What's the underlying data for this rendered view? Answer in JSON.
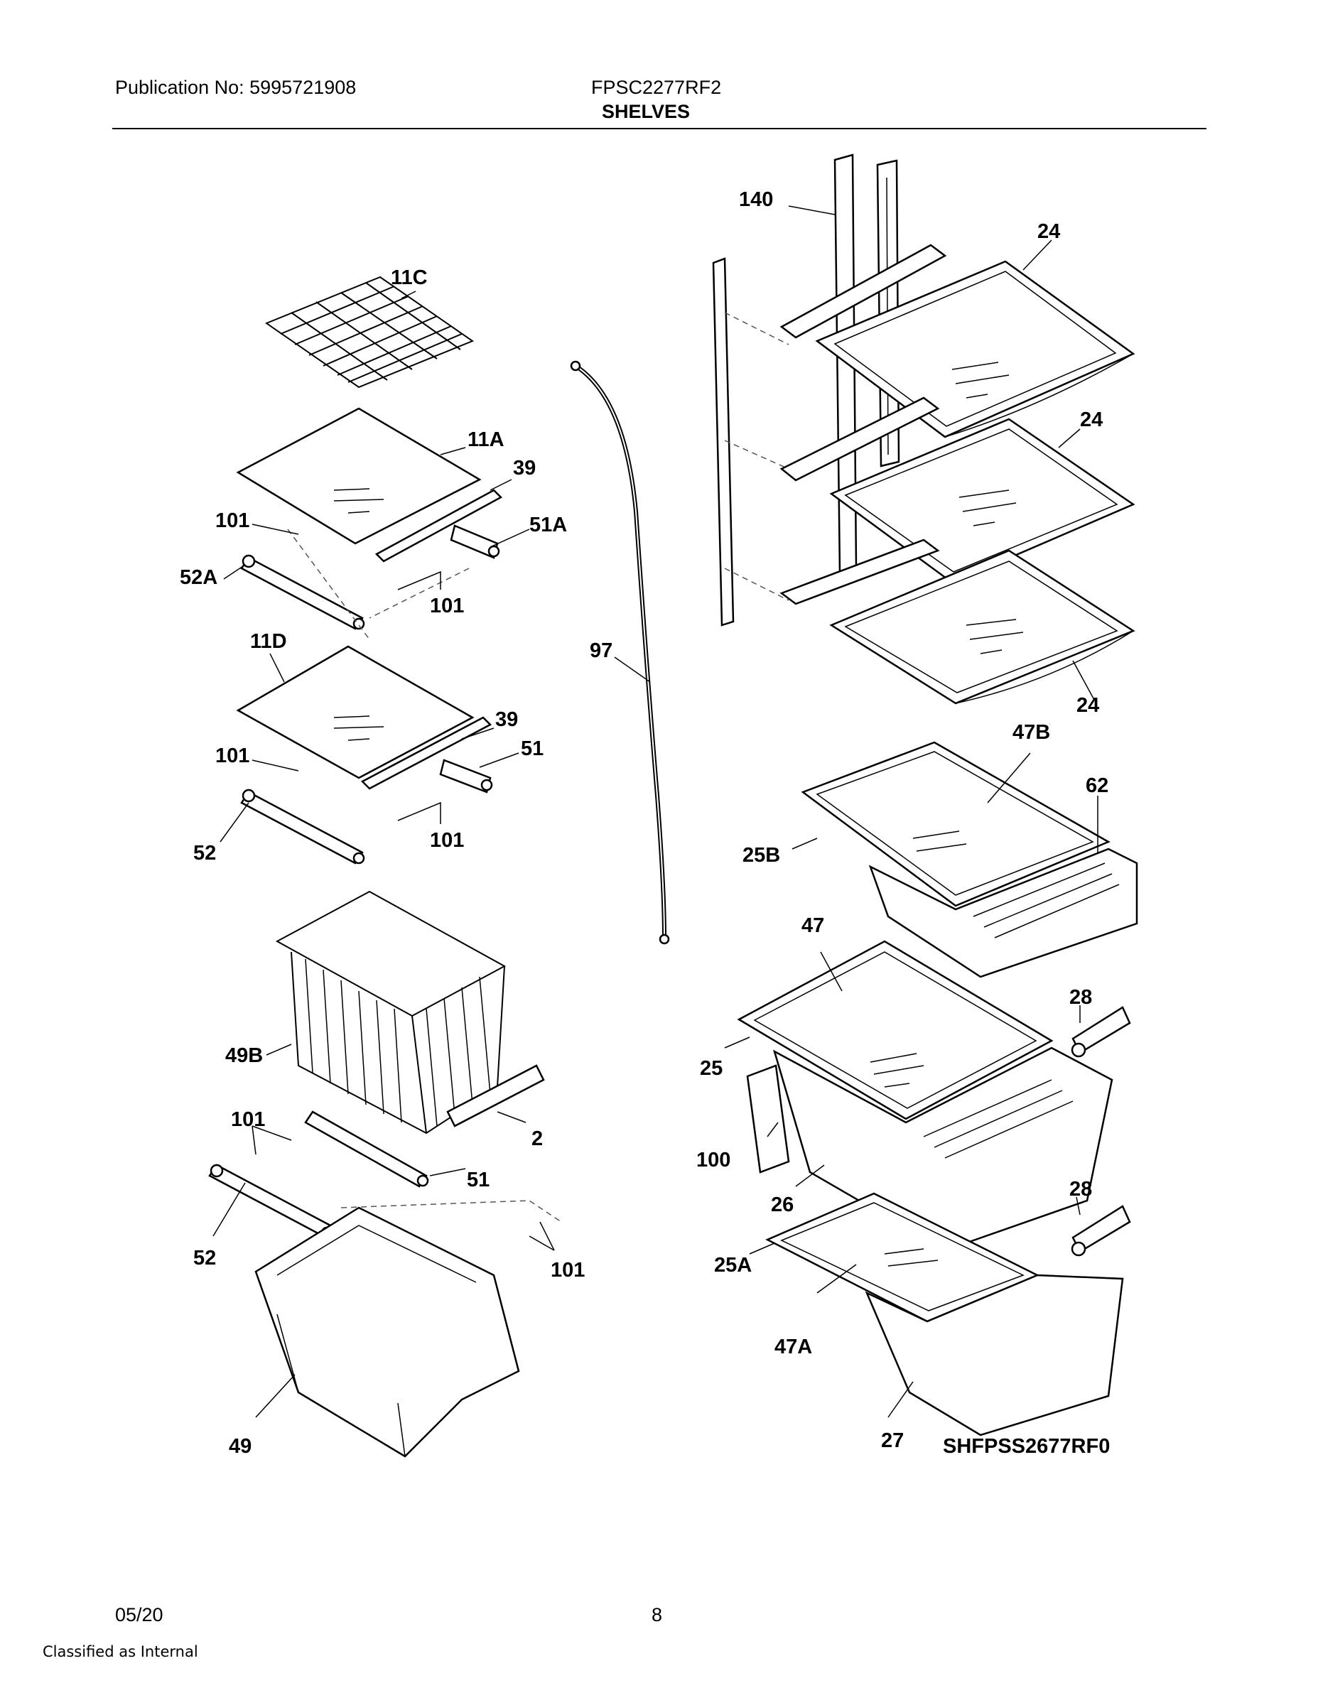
{
  "header": {
    "publication": "Publication No: 5995721908",
    "model": "FPSC2277RF2",
    "section": "SHELVES"
  },
  "callouts": {
    "c140": "140",
    "c24a": "24",
    "c24b": "24",
    "c24c": "24",
    "c11C": "11C",
    "c11A": "11A",
    "c39a": "39",
    "c101a": "101",
    "c51A": "51A",
    "c52A": "52A",
    "c101b": "101",
    "c11D": "11D",
    "c97": "97",
    "c39b": "39",
    "c101c": "101",
    "c51a": "51",
    "c52a": "52",
    "c101d": "101",
    "c47B": "47B",
    "c62": "62",
    "c25B": "25B",
    "c47": "47",
    "c28a": "28",
    "c49B": "49B",
    "c25": "25",
    "c2": "2",
    "c101e": "101",
    "c100": "100",
    "c51b": "51",
    "c26": "26",
    "c28b": "28",
    "c52b": "52",
    "c25A": "25A",
    "c101f": "101",
    "c47A": "47A",
    "c49": "49",
    "c27": "27"
  },
  "diagram_code": "SHFPSS2677RF0",
  "footer": {
    "date": "05/20",
    "page": "8",
    "classification": "Classified as Internal"
  }
}
